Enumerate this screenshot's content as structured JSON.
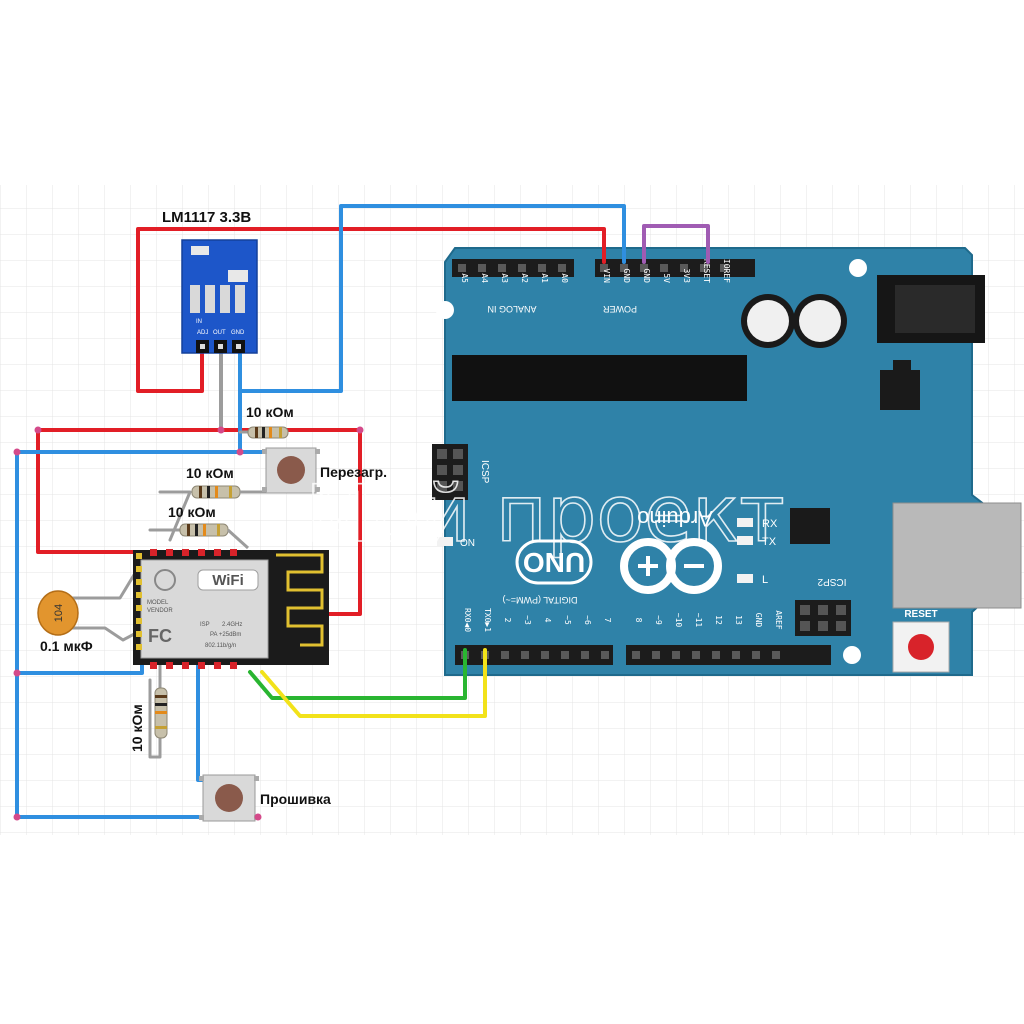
{
  "labels": {
    "regulator": "LM1117  3.3В",
    "r_top": "10 кОм",
    "r_mid": "10 кОм",
    "r_low": "10 кОм",
    "r_vert": "10 кОм",
    "reset_button": "Перезагр.",
    "flash_button": "Прошивка",
    "capacitor_value": "0.1 мкФ",
    "capacitor_code": "104",
    "watermark": "Мой проект"
  },
  "regulator_pins": [
    "ADJ",
    "OUT",
    "IN",
    "GND"
  ],
  "esp": {
    "wifi": "WiFi",
    "model": "MODEL",
    "vendor": "VENDOR",
    "fcc": "FC",
    "isp": "ISP",
    "freq": "2.4GHz",
    "power": "PA +25dBm",
    "rate": "802.11b/g/n"
  },
  "arduino": {
    "analog_pins": [
      "A5",
      "A4",
      "A3",
      "A2",
      "A1",
      "A0"
    ],
    "analog_label": "ANALOG IN",
    "power_pins": [
      "VIN",
      "GND",
      "GND",
      "5V",
      "3V3",
      "RESET",
      "IOREF"
    ],
    "power_label": "POWER",
    "digital_pins": [
      "RX0◀0",
      "TX0▶1",
      "2",
      "~3",
      "4",
      "~5",
      "~6",
      "7",
      "8",
      "~9",
      "~10",
      "~11",
      "12",
      "13",
      "GND",
      "AREF"
    ],
    "digital_label": "DIGITAL (PWM=~)",
    "brand": "Arduino",
    "model": "UNO",
    "icsp": "ICSP",
    "icsp2": "ICSP2",
    "rx": "RX",
    "tx": "TX",
    "led_l": "L",
    "on": "ON",
    "reset": "RESET"
  },
  "colors": {
    "board": "#2f82a8",
    "board_edge": "#1f6a8c",
    "wire_red": "#e21e26",
    "wire_blue": "#2f8fe0",
    "wire_green": "#29b531",
    "wire_yellow": "#f2e21a",
    "wire_purple": "#a05cb3",
    "wire_gray": "#9c9c9c",
    "regulator": "#1d56c9",
    "esp_dark": "#1b1b1b",
    "grid": "#e3e3e3"
  }
}
